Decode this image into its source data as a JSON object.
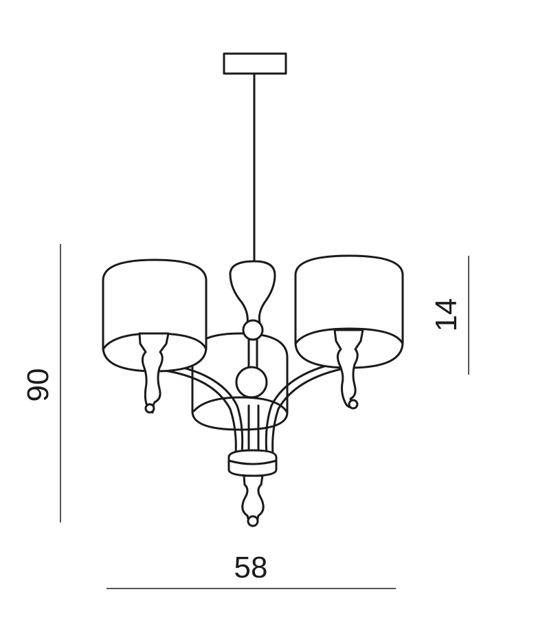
{
  "dimensions": {
    "height_total": "90",
    "shade_height": "14",
    "width": "58"
  },
  "colors": {
    "line": "#1a1a1a",
    "background": "#ffffff"
  }
}
